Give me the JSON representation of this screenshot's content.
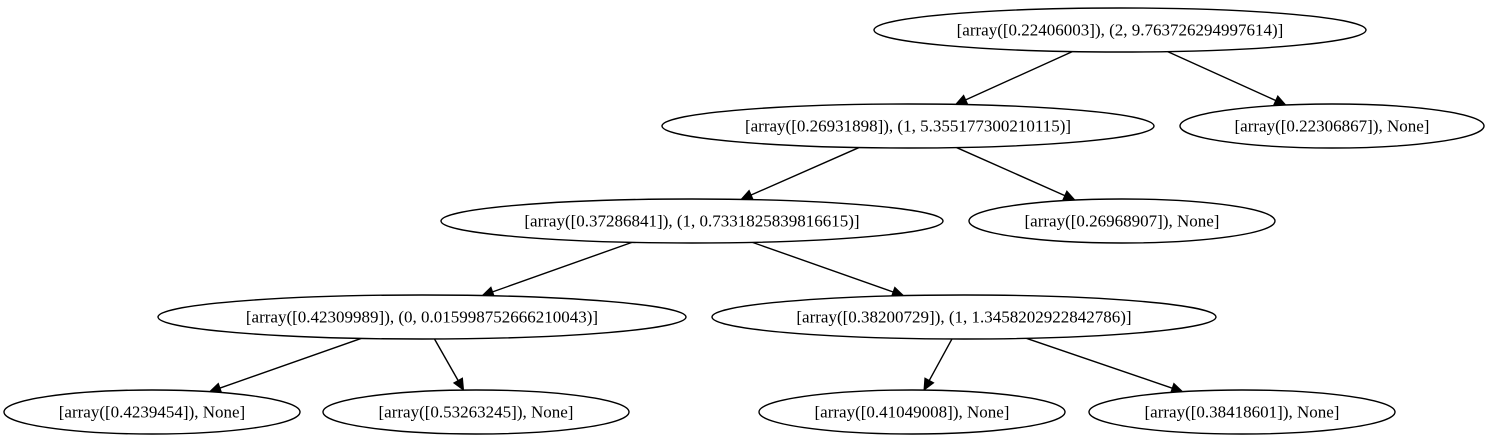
{
  "nodes": [
    {
      "id": "n0",
      "label": "[array([0.22406003]), (2, 9.763726294997614)]"
    },
    {
      "id": "n1",
      "label": "[array([0.26931898]), (1, 5.355177300210115)]"
    },
    {
      "id": "n2",
      "label": "[array([0.22306867]), None]"
    },
    {
      "id": "n3",
      "label": "[array([0.37286841]), (1, 0.7331825839816615)]"
    },
    {
      "id": "n4",
      "label": "[array([0.26968907]), None]"
    },
    {
      "id": "n5",
      "label": "[array([0.42309989]), (0, 0.015998752666210043)]"
    },
    {
      "id": "n6",
      "label": "[array([0.38200729]), (1, 1.3458202922842786)]"
    },
    {
      "id": "n7",
      "label": "[array([0.4239454]), None]"
    },
    {
      "id": "n8",
      "label": "[array([0.53263245]), None]"
    },
    {
      "id": "n9",
      "label": "[array([0.41049008]), None]"
    },
    {
      "id": "n10",
      "label": "[array([0.38418601]), None]"
    }
  ],
  "edges": [
    {
      "from": "n0",
      "to": "n1"
    },
    {
      "from": "n0",
      "to": "n2"
    },
    {
      "from": "n1",
      "to": "n3"
    },
    {
      "from": "n1",
      "to": "n4"
    },
    {
      "from": "n3",
      "to": "n5"
    },
    {
      "from": "n3",
      "to": "n6"
    },
    {
      "from": "n5",
      "to": "n7"
    },
    {
      "from": "n5",
      "to": "n8"
    },
    {
      "from": "n6",
      "to": "n9"
    },
    {
      "from": "n6",
      "to": "n10"
    }
  ]
}
